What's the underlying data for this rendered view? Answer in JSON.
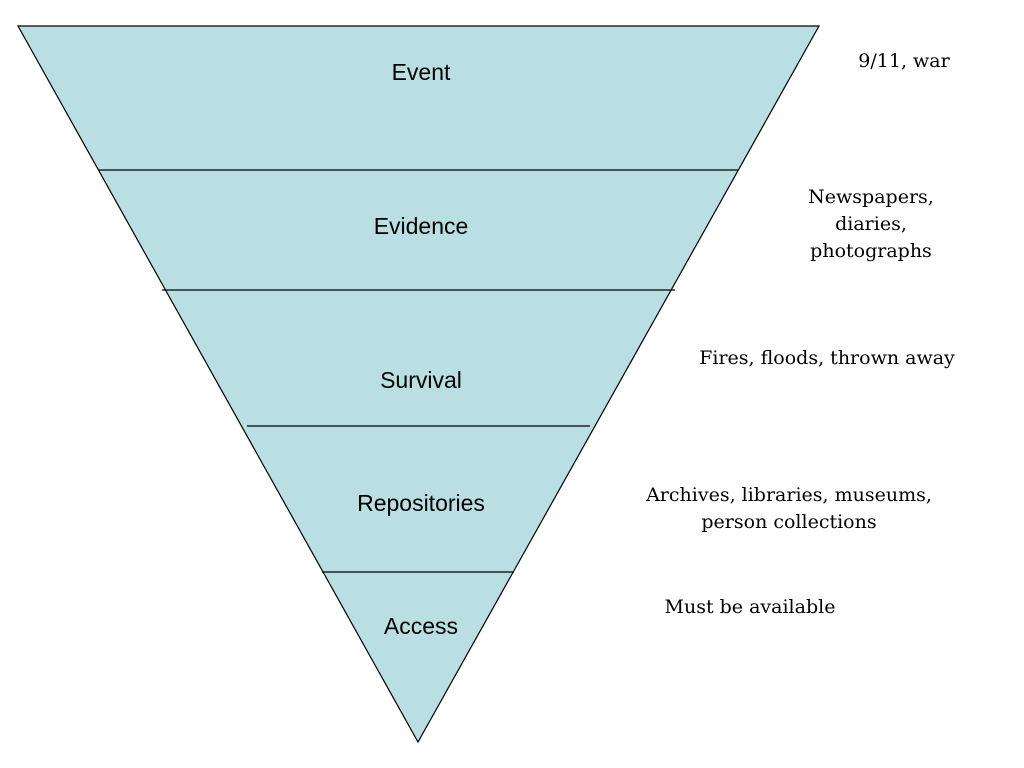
{
  "colors": {
    "fill": "#b9dfe3",
    "stroke": "#000000",
    "text": "#000000"
  },
  "tiers": [
    {
      "label": "Event",
      "note_lines": [
        "9/11, war"
      ]
    },
    {
      "label": "Evidence",
      "note_lines": [
        "Newspapers,",
        "diaries,",
        "photographs"
      ]
    },
    {
      "label": "Survival",
      "note_lines": [
        "Fires, floods, thrown away"
      ]
    },
    {
      "label": "Repositories",
      "note_lines": [
        "Archives, libraries, museums,",
        "person collections"
      ]
    },
    {
      "label": "Access",
      "note_lines": [
        "Must be available"
      ]
    }
  ]
}
